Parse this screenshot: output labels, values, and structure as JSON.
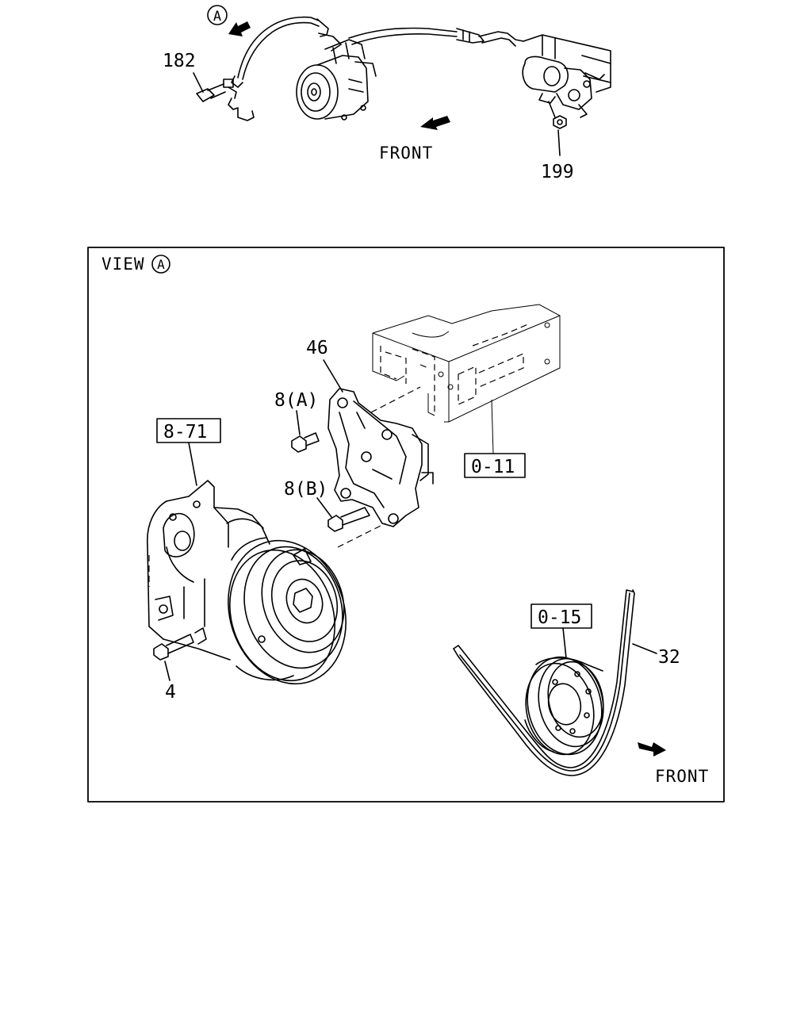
{
  "top": {
    "view_marker": "A",
    "front_label": "FRONT",
    "callouts": {
      "bolt": "182",
      "nut": "199"
    }
  },
  "view_box": {
    "title": "VIEW",
    "marker": "A",
    "front_label": "FRONT",
    "callouts": {
      "bracket": "46",
      "bolt_a": "8(A)",
      "bolt_b": "8(B)",
      "compressor_ref": "8-71",
      "engine_ref": "0-11",
      "pulley_ref": "0-15",
      "belt": "32",
      "compressor_bolt": "4"
    }
  }
}
